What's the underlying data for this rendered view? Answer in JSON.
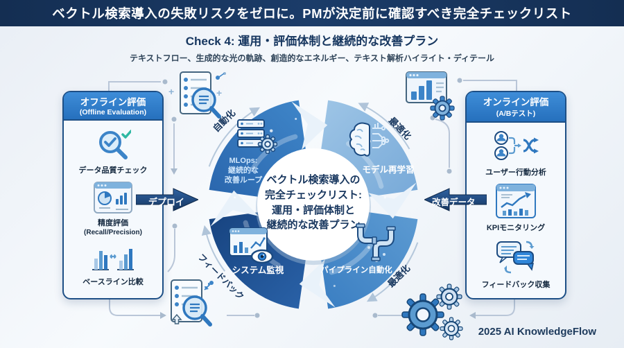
{
  "banner": {
    "title": "ベクトル検索導入の失敗リスクをゼロに。PMが決定前に確認すべき完全チェックリスト"
  },
  "header": {
    "subtitle": "Check 4: 運用・評価体制と継続的な改善プラン",
    "description": "テキストフロー、生成的な光の軌跡、創造的なエネルギー、テキスト解析ハイライト・ディテール"
  },
  "left_panel": {
    "title": "オフライン評価",
    "subtitle": "(Offline Evaluation)",
    "items": [
      {
        "label": "データ品質チェック",
        "icon": "magnifier-check-icon"
      },
      {
        "label": "精度評価",
        "sublabel": "(Recall/Precision)",
        "icon": "dashboard-pie-icon"
      },
      {
        "label": "ベースライン比較",
        "icon": "bar-compare-icon"
      }
    ]
  },
  "right_panel": {
    "title": "オンライン評価",
    "subtitle": "(A/Bテスト)",
    "items": [
      {
        "label": "ユーザー行動分析",
        "icon": "users-shuffle-icon"
      },
      {
        "label": "KPIモニタリング",
        "icon": "kpi-chart-icon"
      },
      {
        "label": "フィードバック収集",
        "icon": "chat-bubbles-icon"
      }
    ]
  },
  "cycle": {
    "center_lines": [
      "ベクトル検索導入の",
      "完全チェックリスト:",
      "運用・評価体制と",
      "継続的な改善プラン"
    ],
    "quadrants": [
      {
        "id": "mlops",
        "lines": [
          "MLOps:",
          "継続的な",
          "改善ループ"
        ],
        "icon": "server-gear-icon"
      },
      {
        "id": "model-retraining",
        "label": "モデル再学習",
        "icon": "brain-circuit-icon"
      },
      {
        "id": "pipeline-automation",
        "label": "パイプライン自動化",
        "icon": "pipeline-icon"
      },
      {
        "id": "system-monitoring",
        "label": "システム監視",
        "icon": "monitor-eye-icon"
      }
    ],
    "outer_labels": [
      {
        "text": "自動化",
        "position": "top-left"
      },
      {
        "text": "最適化",
        "position": "top-right"
      },
      {
        "text": "最適化",
        "position": "bottom-right"
      },
      {
        "text": "フィードバック",
        "position": "bottom-left"
      }
    ]
  },
  "arrows": {
    "deploy_label": "デプロイ",
    "improvement_label": "改善データ"
  },
  "footer": {
    "credit": "2025 AI KnowledgeFlow"
  },
  "decor": {
    "plus": "+"
  },
  "colors": {
    "banner_bg": "#16335b",
    "heading": "#16365f",
    "panel_header_blue": "#2b7ccd",
    "panel_border_navy": "#1d4f86",
    "quadrant_top_left": "#2f74bd",
    "quadrant_top_right": "#8ab6de",
    "quadrant_bottom_right": "#4f8fca",
    "quadrant_bottom_left": "#1d4f93",
    "arrow_navy": "#1e4f8f",
    "accent_blue": "#3c84c8",
    "check_teal": "#2fb8a3"
  }
}
